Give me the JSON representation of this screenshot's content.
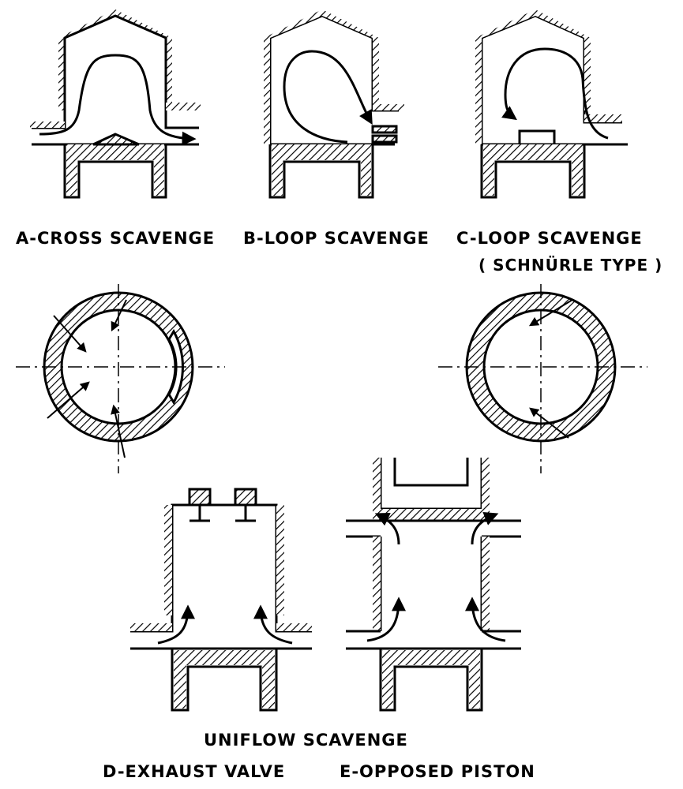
{
  "labels": {
    "cross": "A-CROSS SCAVENGE",
    "loop": "B-LOOP SCAVENGE",
    "schnurle": "C-LOOP SCAVENGE",
    "schnurle_type": "( SCHNÜRLE TYPE )",
    "uniflow": "UNIFLOW SCAVENGE",
    "exhaust_valve": "D-EXHAUST VALVE",
    "opposed_piston": "E-OPPOSED PISTON"
  }
}
